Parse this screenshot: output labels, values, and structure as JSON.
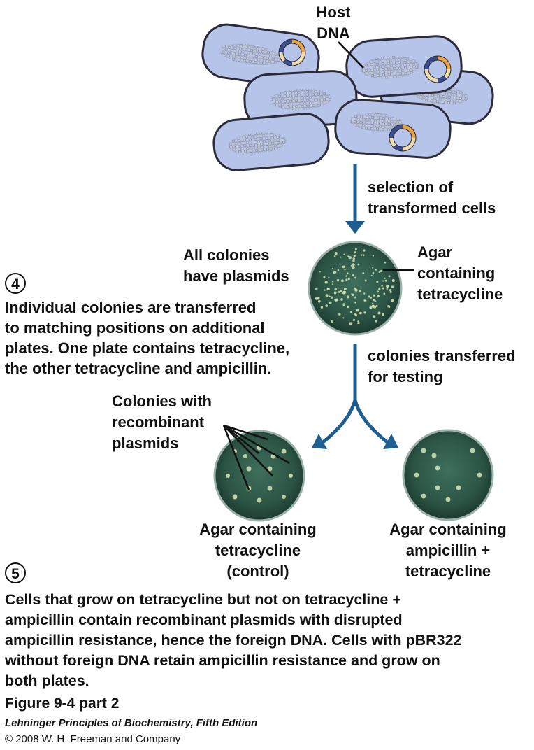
{
  "cells": {
    "host_dna_label": "Host\nDNA"
  },
  "arrow1": {
    "label": "selection of\ntransformed cells"
  },
  "plate_top": {
    "left_label": "All colonies\nhave plasmids",
    "right_label": "Agar\ncontaining\ntetracycline"
  },
  "step4": {
    "number": "4",
    "text": "Individual colonies are transferred\nto matching positions on additional\nplates. One plate contains tetracycline,\nthe other tetracycline and ampicillin."
  },
  "arrow2": {
    "label": "colonies transferred\nfor testing"
  },
  "recombinant_label": "Colonies with\nrecombinant\nplasmids",
  "plate_left": {
    "label": "Agar containing\ntetracycline\n(control)"
  },
  "plate_right": {
    "label": "Agar containing\nampicillin +\ntetracycline"
  },
  "step5": {
    "number": "5",
    "text": "Cells that grow on tetracycline but not on tetracycline +\nampicillin contain recombinant plasmids with disrupted\nampicillin resistance, hence the foreign DNA. Cells with pBR322\nwithout foreign DNA retain ampicillin resistance and grow on\nboth plates."
  },
  "caption": {
    "figure": "Figure 9-4 part 2",
    "book": "Lehninger Principles of Biochemistry, Fifth Edition",
    "copyright": "© 2008 W. H. Freeman and Company"
  },
  "colors": {
    "cell_fill": "#b7c4ea",
    "cell_outline": "#2b2b3a",
    "arrow": "#1f5f8f",
    "agar": "#2e5a4a",
    "colony": "#d6e6b8"
  }
}
